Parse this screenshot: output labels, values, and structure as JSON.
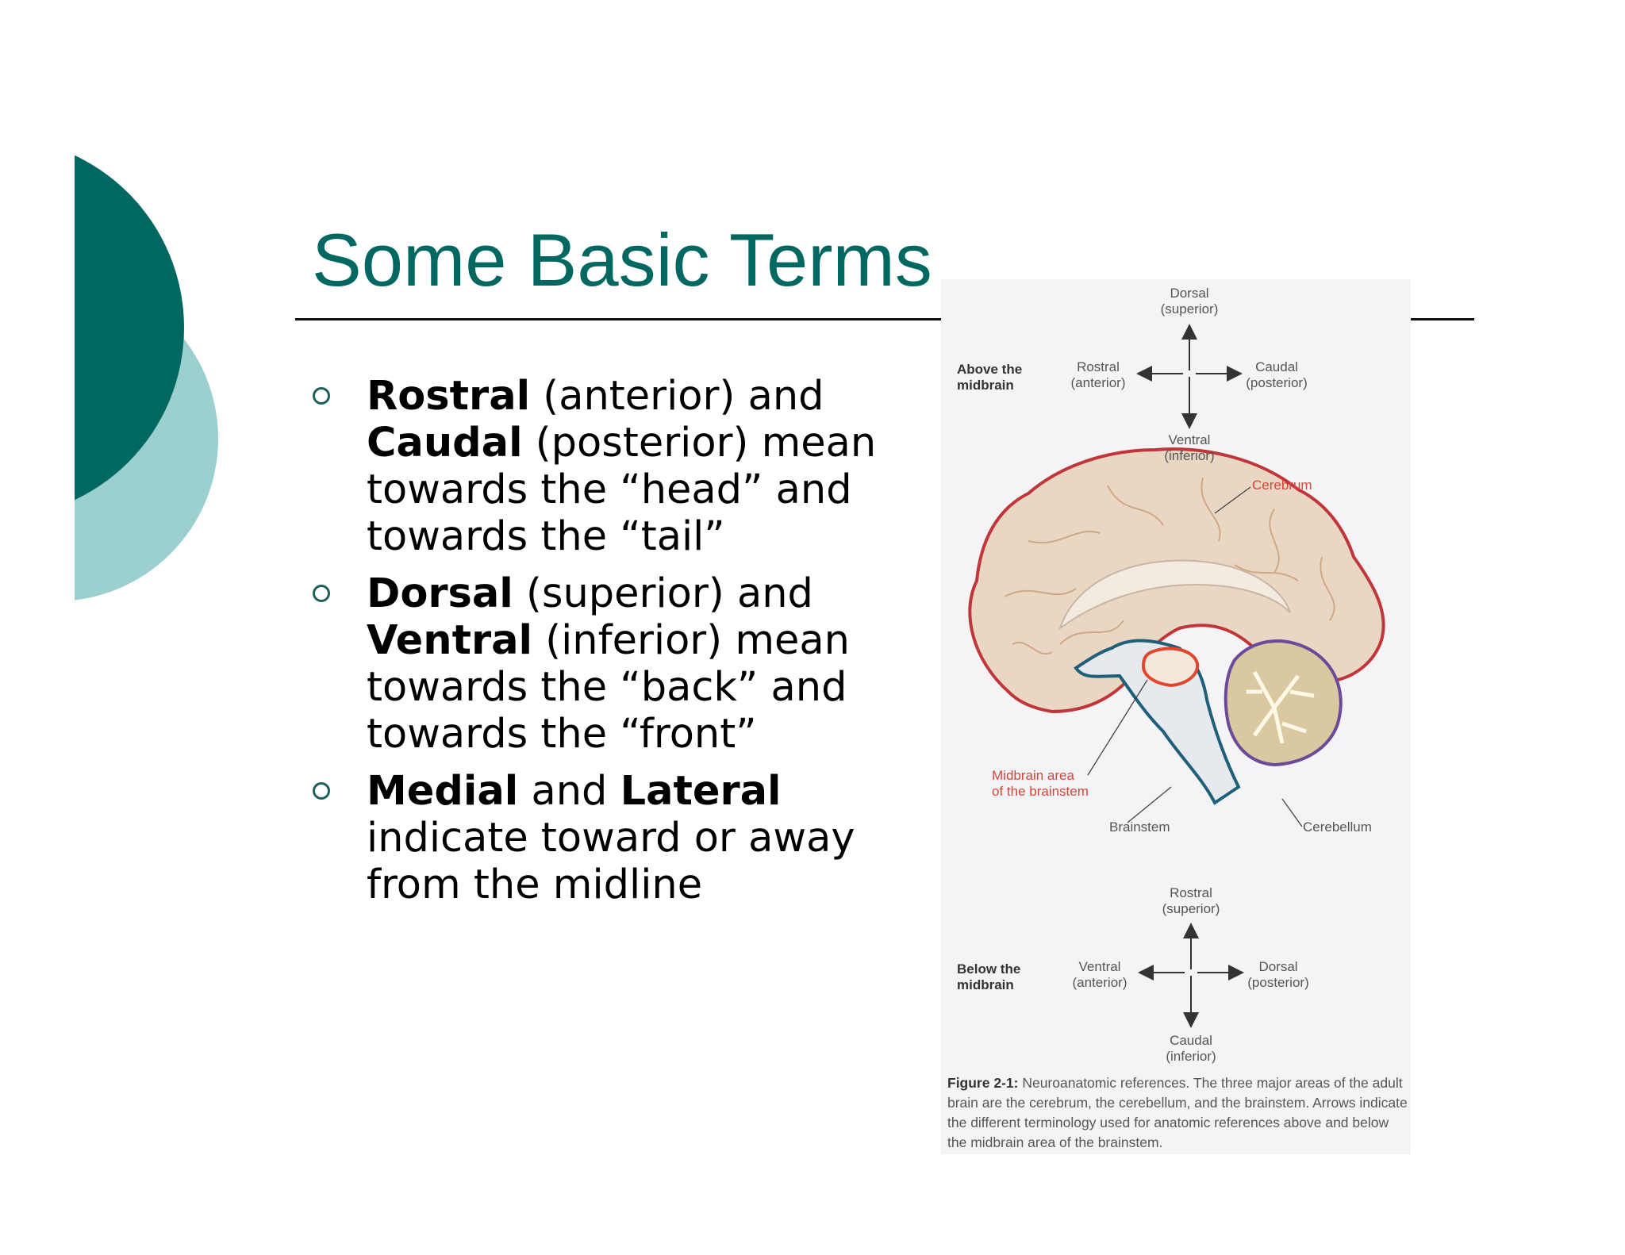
{
  "slide": {
    "title": "Some Basic Terms",
    "bullets": [
      {
        "parts": [
          {
            "t": "Rostral",
            "b": true
          },
          {
            "t": " (anterior) and ",
            "b": false
          },
          {
            "t": "Caudal",
            "b": true
          },
          {
            "t": " (posterior) mean towards the “head” and towards the “tail”",
            "b": false
          }
        ]
      },
      {
        "parts": [
          {
            "t": "Dorsal",
            "b": true
          },
          {
            "t": " (superior) and ",
            "b": false
          },
          {
            "t": "Ventral",
            "b": true
          },
          {
            "t": " (inferior) mean towards the “back” and towards the “front”",
            "b": false
          }
        ]
      },
      {
        "parts": [
          {
            "t": "Medial",
            "b": true
          },
          {
            "t": " and ",
            "b": false
          },
          {
            "t": "Lateral",
            "b": true
          },
          {
            "t": " indicate toward or away from the midline",
            "b": false
          }
        ]
      }
    ]
  },
  "colors": {
    "accent_dark_teal": "#006860",
    "accent_light_teal": "#9ccfcf",
    "brain_outline_red": "#c0363a",
    "brainstem_blue": "#1f5f7a",
    "cerebellum_purple": "#6b4a9a"
  },
  "figure": {
    "above": {
      "heading_line1": "Above the",
      "heading_line2": "midbrain",
      "up_line1": "Dorsal",
      "up_line2": "(superior)",
      "left_line1": "Rostral",
      "left_line2": "(anterior)",
      "right_line1": "Caudal",
      "right_line2": "(posterior)",
      "down_line1": "Ventral",
      "down_line2": "(inferior)"
    },
    "labels": {
      "cerebrum": "Cerebrum",
      "midbrain_line1": "Midbrain area",
      "midbrain_line2": "of the brainstem",
      "brainstem": "Brainstem",
      "cerebellum": "Cerebellum"
    },
    "below": {
      "heading_line1": "Below the",
      "heading_line2": "midbrain",
      "up_line1": "Rostral",
      "up_line2": "(superior)",
      "left_line1": "Ventral",
      "left_line2": "(anterior)",
      "right_line1": "Dorsal",
      "right_line2": "(posterior)",
      "down_line1": "Caudal",
      "down_line2": "(inferior)"
    },
    "caption_label": "Figure 2-1:",
    "caption_text": " Neuroanatomic references. The three major areas of the adult brain are the cerebrum, the cerebellum, and the brainstem. Arrows indicate the different terminology used for anatomic references above and below the midbrain area of the brainstem."
  }
}
